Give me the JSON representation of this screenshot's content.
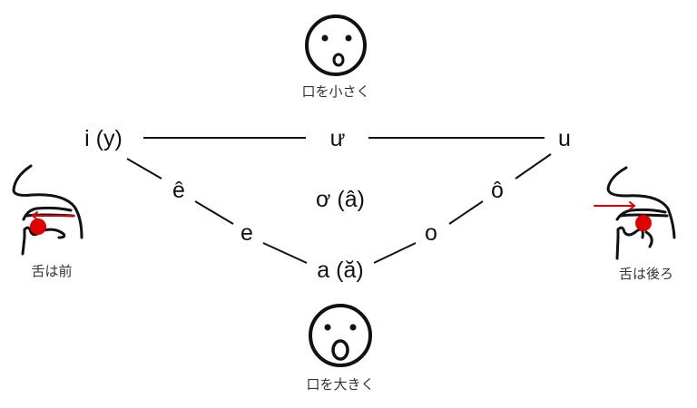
{
  "top_label": "口を小さく",
  "bottom_label": "口を大きく",
  "left_label": "舌は前",
  "right_label": "舌は後ろ",
  "vowels": {
    "i": "i (y)",
    "uu": "ư",
    "u": "u",
    "ee": "ê",
    "oo_mid": "ơ (â)",
    "oo": "ô",
    "e": "e",
    "o": "o",
    "a": "a (ă)"
  },
  "colors": {
    "line": "#111111",
    "accent": "#e00000"
  }
}
